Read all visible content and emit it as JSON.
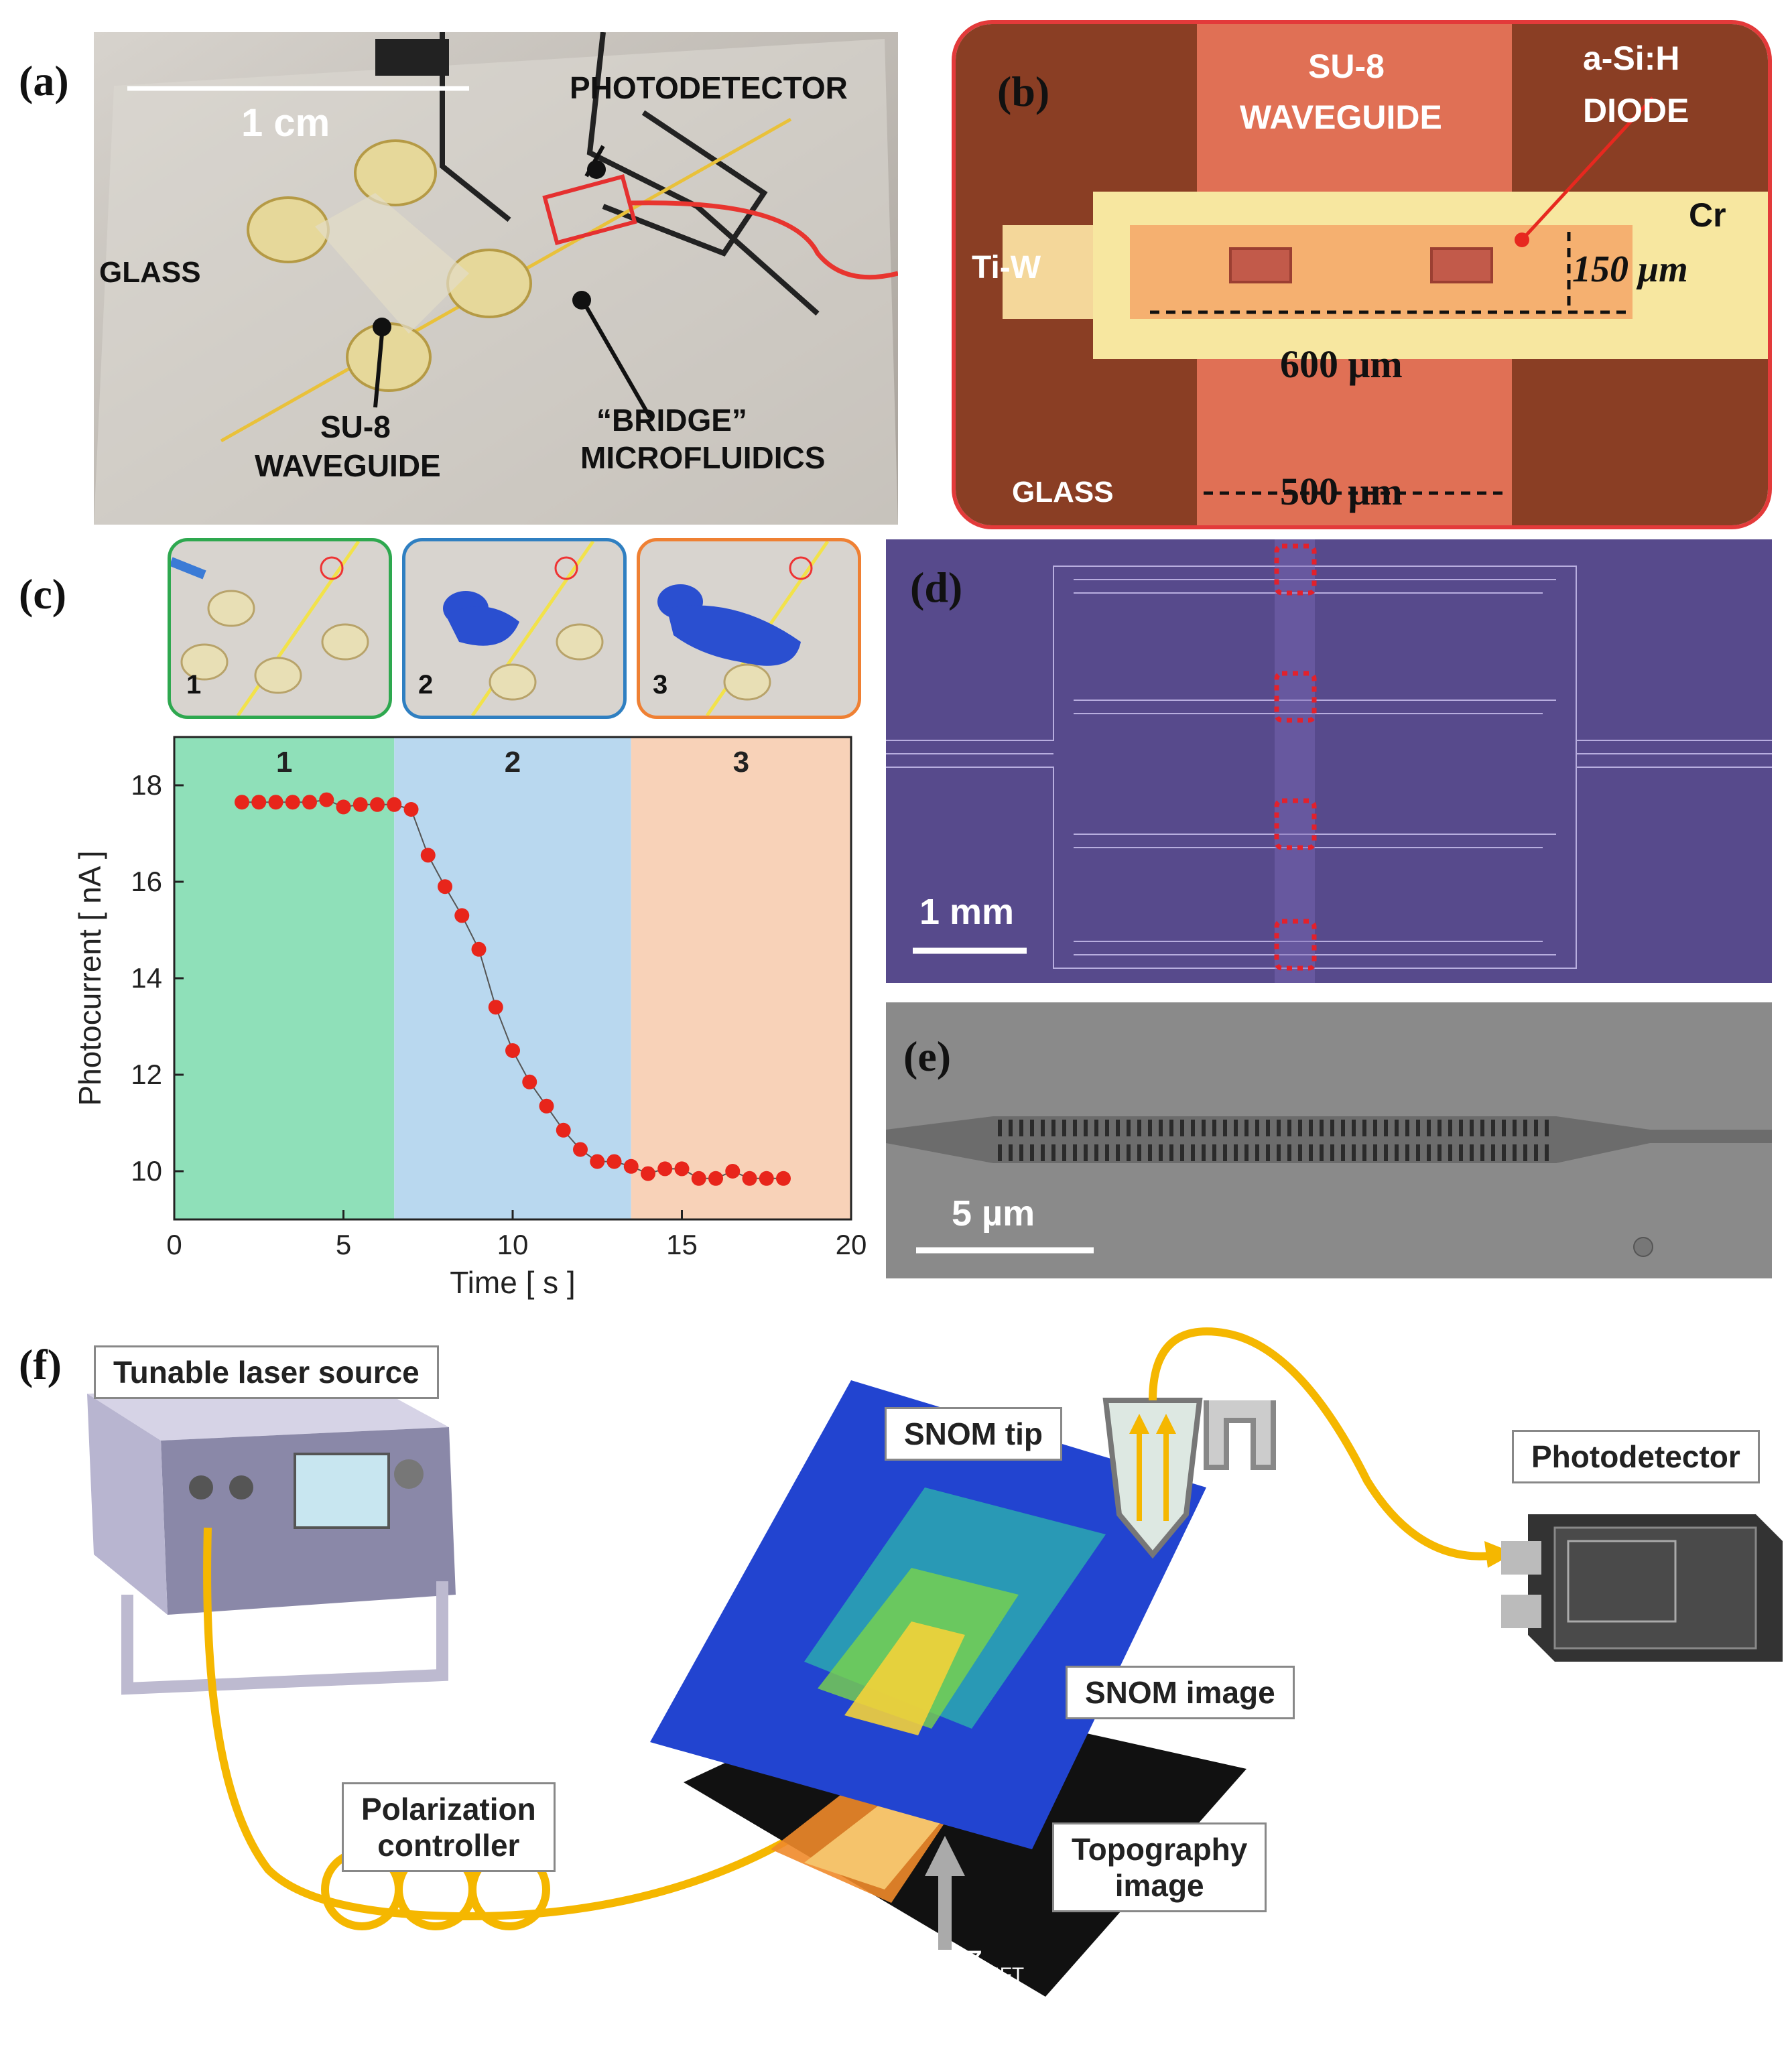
{
  "figure": {
    "panel_a": {
      "label": "(a)",
      "scale": "1 cm",
      "photodetector": "PHOTODETECTOR",
      "glass": "GLASS",
      "waveguide_line1": "SU-8",
      "waveguide_line2": "WAVEGUIDE",
      "bridge_line1": "“BRIDGE”",
      "bridge_line2": "MICROFLUIDICS"
    },
    "panel_b": {
      "label": "(b)",
      "su8_line1": "SU-8",
      "su8_line2": "WAVEGUIDE",
      "diode_line1": "a-Si:H",
      "diode_line2": "DIODE",
      "cr": "Cr",
      "tiw": "Ti-W",
      "dim_150": "150 μm",
      "dim_600": "600 μm",
      "dim_500": "500 μm",
      "glass": "GLASS"
    },
    "panel_c": {
      "label": "(c)",
      "thumb1": "1",
      "thumb2": "2",
      "thumb3": "3",
      "colors": {
        "region1": "#8fe0b9",
        "region2": "#b9d8ef",
        "region3": "#f8d2b8",
        "points": "#e8251b"
      }
    },
    "panel_d": {
      "label": "(d)",
      "scale": "1 mm"
    },
    "panel_e": {
      "label": "(e)",
      "scale": "5 µm"
    },
    "panel_f": {
      "label": "(f)",
      "laser": "Tunable laser source",
      "snom_tip": "SNOM tip",
      "photodetector": "Photodetector",
      "snom_image": "SNOM image",
      "polarization_line1": "Polarization",
      "polarization_line2": "controller",
      "topography_line1": "Topography",
      "topography_line2": "image",
      "zlift": "Z",
      "zlift_sub": "LIFT"
    }
  },
  "chart_data": {
    "type": "scatter",
    "xlabel": "Time [ s ]",
    "ylabel": "Photocurrent [ nA ]",
    "xlim": [
      0,
      20
    ],
    "ylim": [
      9,
      19
    ],
    "xticks": [
      0,
      5,
      10,
      15,
      20
    ],
    "yticks": [
      10,
      12,
      14,
      16,
      18
    ],
    "regions": [
      {
        "label": "1",
        "from": 0,
        "to": 6.5
      },
      {
        "label": "2",
        "from": 6.5,
        "to": 13.5
      },
      {
        "label": "3",
        "from": 13.5,
        "to": 20
      }
    ],
    "series": [
      {
        "x": [
          2.0,
          2.5,
          3.0,
          3.5,
          4.0,
          4.5,
          5.0,
          5.5,
          6.0,
          6.5,
          7.0,
          7.5,
          8.0,
          8.5,
          9.0,
          9.5,
          10.0,
          10.5,
          11.0,
          11.5,
          12.0,
          12.5,
          13.0,
          13.5,
          14.0,
          14.5,
          15.0,
          15.5,
          16.0,
          16.5,
          17.0,
          17.5,
          18.0
        ],
        "y": [
          17.65,
          17.65,
          17.65,
          17.65,
          17.65,
          17.7,
          17.55,
          17.6,
          17.6,
          17.6,
          17.5,
          16.55,
          15.9,
          15.3,
          14.6,
          13.4,
          12.5,
          11.85,
          11.35,
          10.85,
          10.45,
          10.2,
          10.2,
          10.1,
          9.95,
          10.05,
          10.05,
          9.85,
          9.85,
          10.0,
          9.85,
          9.85,
          9.85
        ]
      }
    ]
  }
}
